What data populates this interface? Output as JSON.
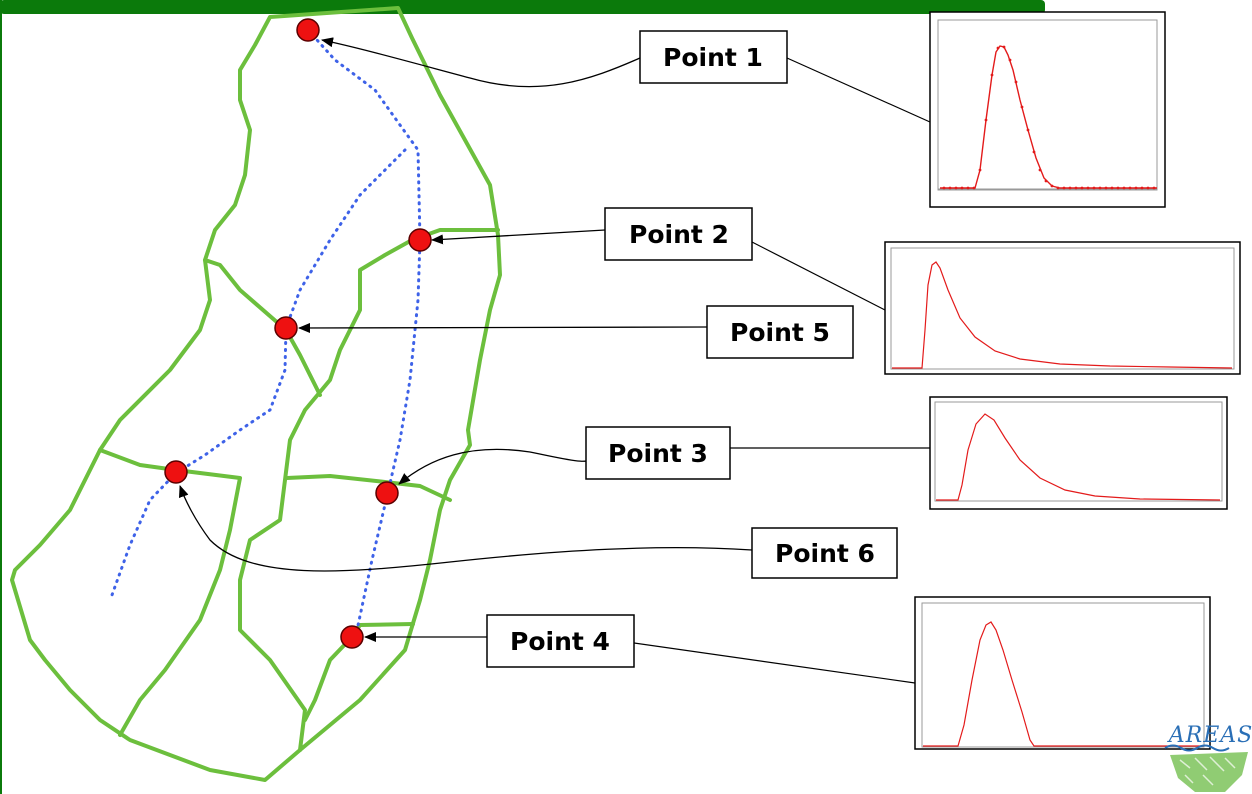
{
  "colors": {
    "header_bar": "#0b7a0b",
    "basin_line": "#6cbf3d",
    "river_line": "#3e62e8",
    "point_marker": "#ee1111",
    "hydrograph_line": "#e31b1b"
  },
  "points": [
    {
      "id": "p1",
      "label": "Point 1"
    },
    {
      "id": "p2",
      "label": "Point 2"
    },
    {
      "id": "p5",
      "label": "Point 5"
    },
    {
      "id": "p3",
      "label": "Point 3"
    },
    {
      "id": "p6",
      "label": "Point 6"
    },
    {
      "id": "p4",
      "label": "Point 4"
    }
  ],
  "hydrographs": [
    {
      "id": "h1",
      "point": "Point 1",
      "shape": "symmetric-peak-with-markers"
    },
    {
      "id": "h2",
      "point": "Point 2",
      "shape": "sharp-rise-long-recession"
    },
    {
      "id": "h3",
      "point": "Point 3",
      "shape": "moderate-rise-long-recession"
    },
    {
      "id": "h4",
      "point": "Point 4",
      "shape": "narrow-peak"
    }
  ],
  "logo": {
    "text": "AREAS"
  }
}
